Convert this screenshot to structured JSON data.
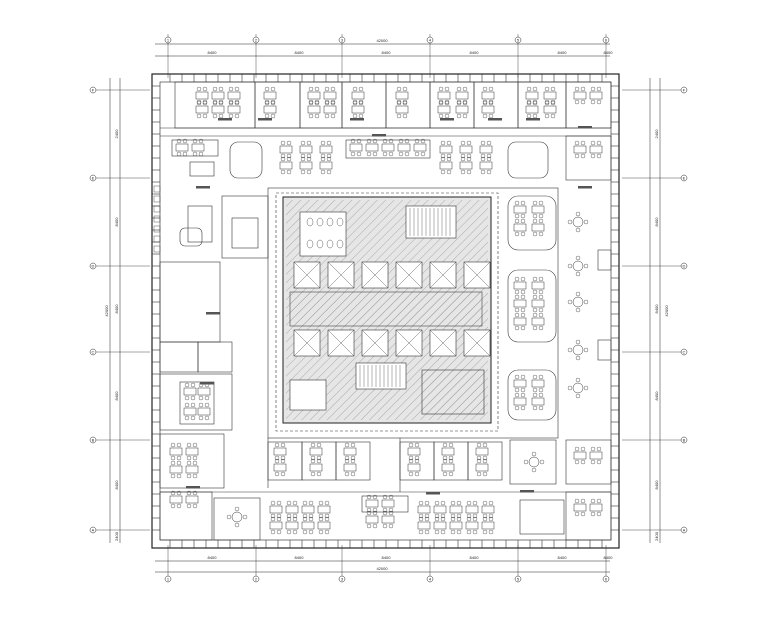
{
  "drawing": {
    "top_dims": [
      "8400",
      "8400",
      "8400",
      "8400",
      "8400",
      "8400"
    ],
    "top_total": "42000",
    "bottom_dims": [
      "8400",
      "8400",
      "8400",
      "8400",
      "8400",
      "8400"
    ],
    "bottom_total": "42000",
    "left_dims": [
      "2400",
      "8400",
      "8400",
      "8400",
      "8400",
      "2400"
    ],
    "left_total": "42000",
    "right_dims": [
      "2400",
      "8400",
      "8400",
      "8400",
      "8400",
      "2400"
    ],
    "right_total": "42000",
    "col_axes": [
      "1",
      "2",
      "3",
      "4",
      "5",
      "6"
    ],
    "row_axes": [
      "A",
      "B",
      "C",
      "D",
      "E",
      "F"
    ]
  },
  "colors": {
    "line": "#222222",
    "hatch": "#9a9a9a",
    "core_fill": "#e6e6e6",
    "wall": "#4a4a4a"
  }
}
